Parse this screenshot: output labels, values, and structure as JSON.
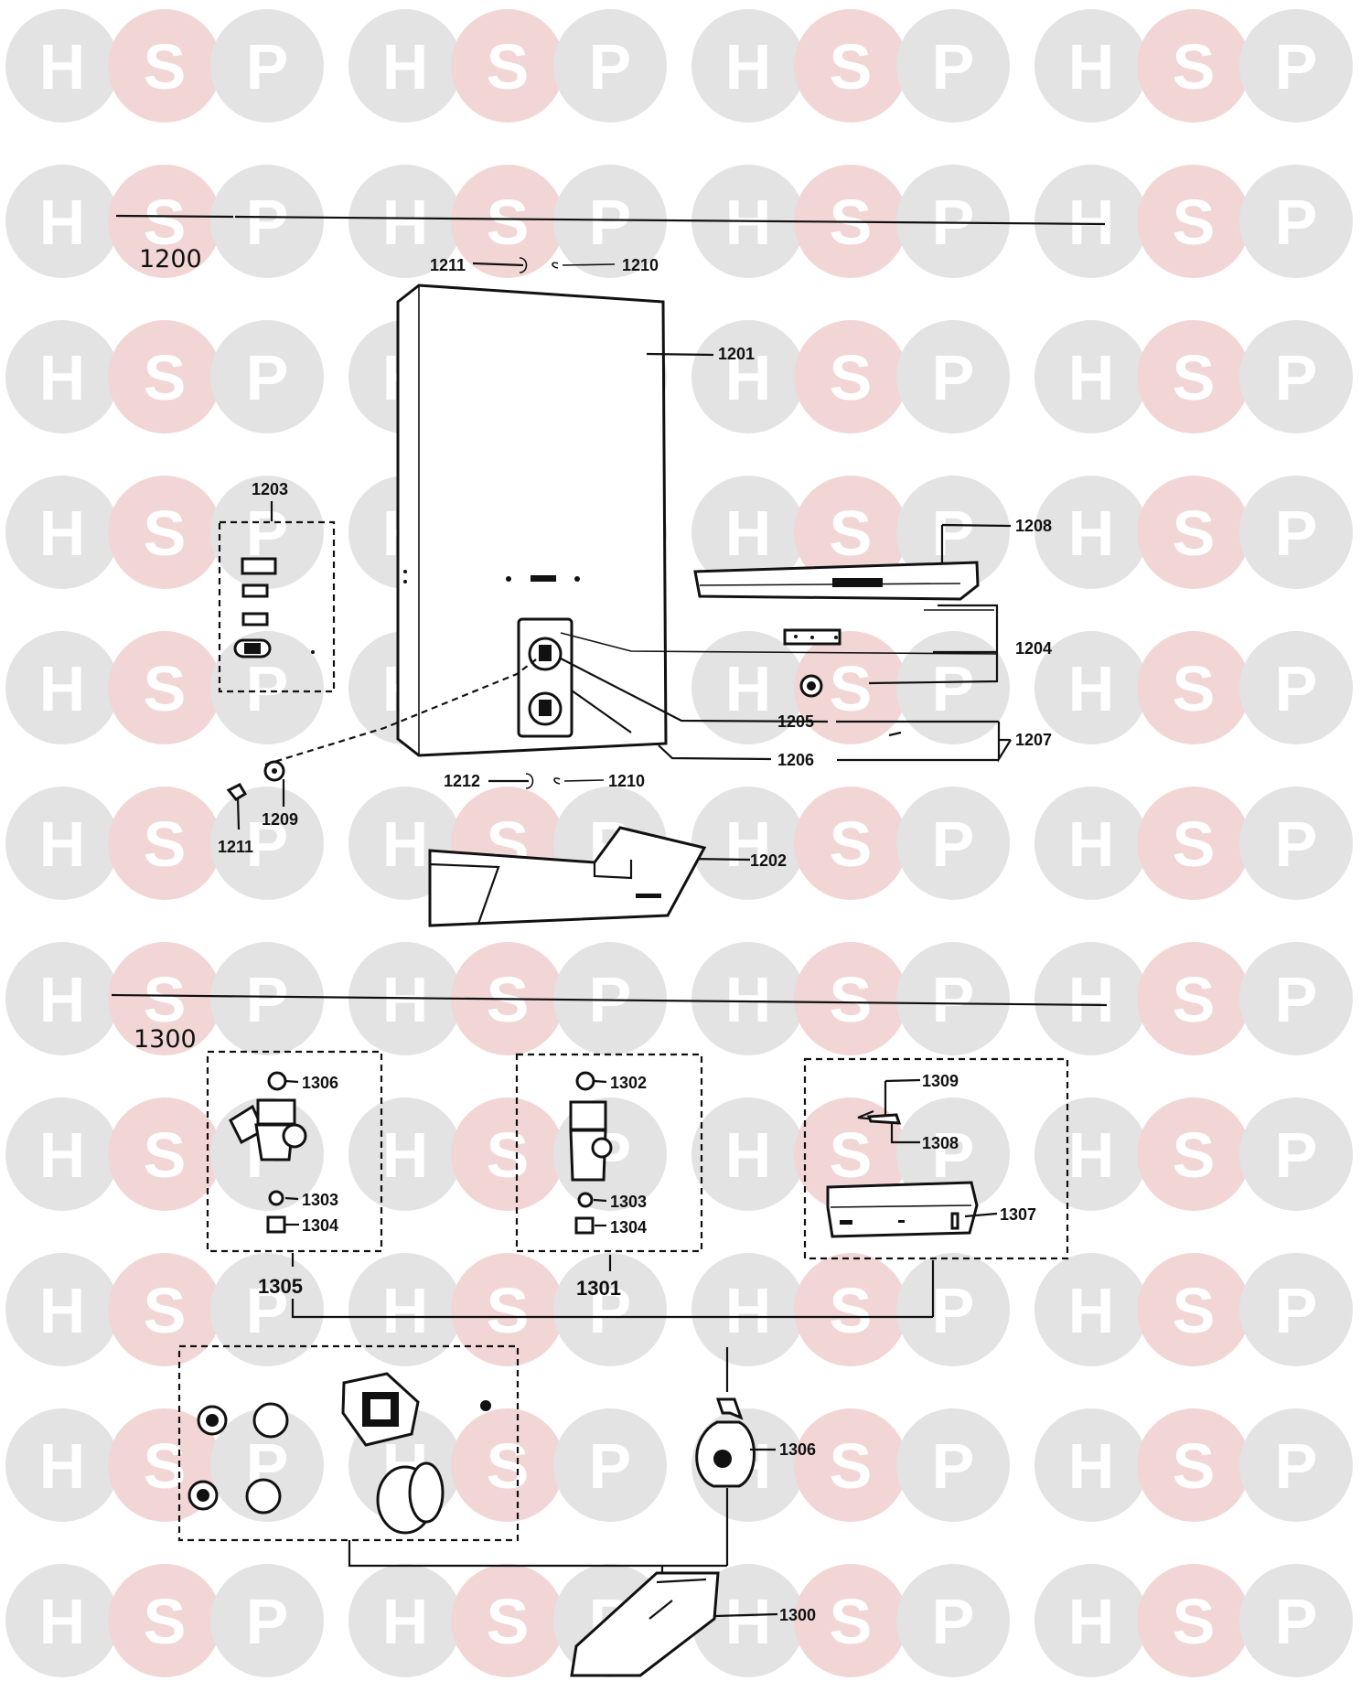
{
  "watermark": {
    "letters": [
      "H",
      "S",
      "P"
    ],
    "colors": {
      "H": "#e3e3e3",
      "S": "#f2d6d6",
      "P": "#e3e3e3"
    }
  },
  "sections": {
    "s1200": "1200",
    "s1300": "1300"
  },
  "callouts": {
    "c1201": "1201",
    "c1202": "1202",
    "c1203": "1203",
    "c1204": "1204",
    "c1205": "1205",
    "c1206": "1206",
    "c1207": "1207",
    "c1208": "1208",
    "c1209": "1209",
    "c1210_top": "1210",
    "c1210_bottom": "1210",
    "c1211_top": "1211",
    "c1211_left": "1211",
    "c1212": "1212",
    "c1300": "1300",
    "c1301": "1301",
    "c1302": "1302",
    "c1303_left": "1303",
    "c1303_mid": "1303",
    "c1304_left": "1304",
    "c1304_mid": "1304",
    "c1305": "1305",
    "c1306_left": "1306",
    "c1306_bag": "1306",
    "c1307": "1307",
    "c1308": "1308",
    "c1309": "1309"
  }
}
